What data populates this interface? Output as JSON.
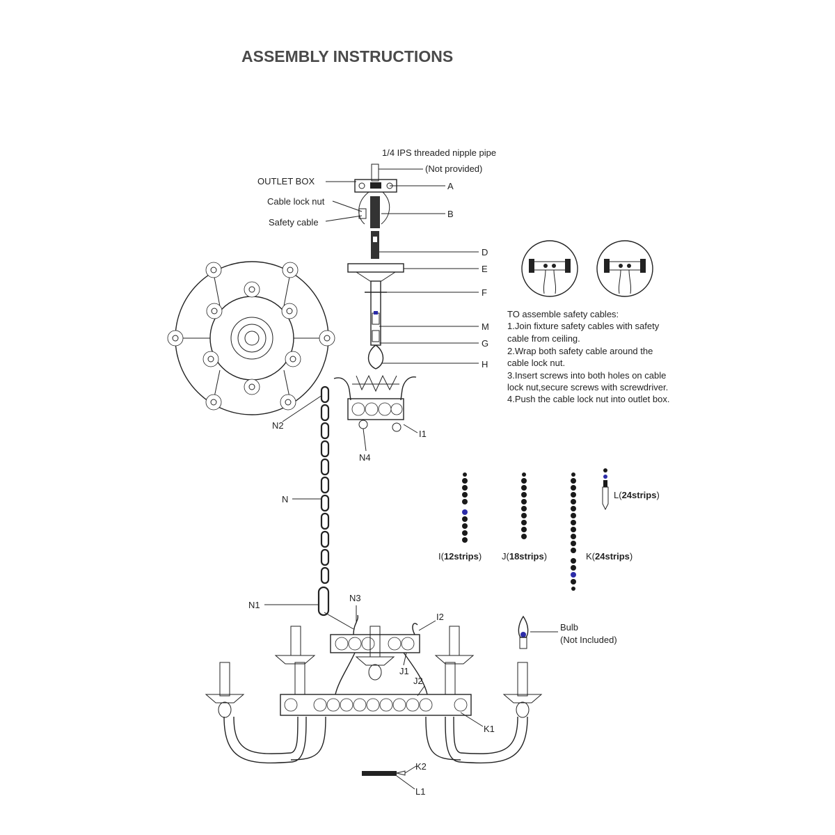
{
  "title": "ASSEMBLY INSTRUCTIONS",
  "labels": {
    "nipple_pipe": "1/4 IPS threaded nipple pipe",
    "not_provided": "(Not provided)",
    "outlet_box": "OUTLET BOX",
    "cable_lock_nut": "Cable lock nut",
    "safety_cable": "Safety  cable",
    "A": "A",
    "B": "B",
    "D": "D",
    "E": "E",
    "F": "F",
    "M": "M",
    "G": "G",
    "H": "H",
    "N2": "N2",
    "N4": "N4",
    "I1": "I1",
    "N": "N",
    "N1": "N1",
    "N3": "N3",
    "I2": "I2",
    "J1": "J1",
    "J2": "J2",
    "K1": "K1",
    "K2": "K2",
    "L1": "L1",
    "bulb": "Bulb",
    "bulb_note": "(Not Included)"
  },
  "safety_instructions": {
    "heading": "TO assemble safety cables:",
    "lines": [
      "1.Join fixture safety cables with safety",
      "cable from ceiling.",
      "2.Wrap both safety cable around the",
      "cable lock nut.",
      "3.Insert screws into both holes on cable",
      "lock nut,secure screws with screwdriver.",
      "4.Push the cable lock nut into outlet box."
    ]
  },
  "strips": [
    {
      "id": "I",
      "count": "12",
      "label_prefix": "I(",
      "label_bold": "12strips",
      "label_suffix": ")"
    },
    {
      "id": "J",
      "count": "18",
      "label_prefix": "J(",
      "label_bold": "18strips",
      "label_suffix": ")"
    },
    {
      "id": "K",
      "count": "24",
      "label_prefix": "K(",
      "label_bold": "24strips",
      "label_suffix": ")"
    },
    {
      "id": "L",
      "count": "24",
      "label_prefix": "L(",
      "label_bold": "24strips",
      "label_suffix": ")"
    }
  ]
}
